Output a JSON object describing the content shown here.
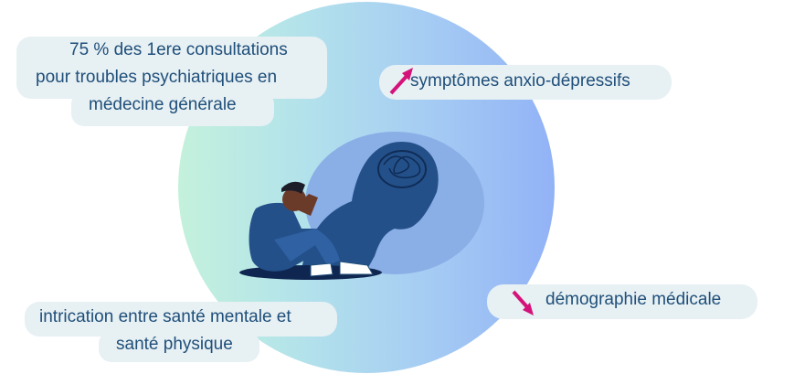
{
  "bubble_consultations": {
    "line1": "75 % des 1ere consultations",
    "line2": "pour troubles psychiatriques en",
    "line3": "médecine générale"
  },
  "bubble_symptomes": {
    "text": "symptômes anxio-dépressifs",
    "arrow": "arrow-up-icon"
  },
  "bubble_demographie": {
    "text": "démographie médicale",
    "arrow": "arrow-down-icon"
  },
  "bubble_intrication": {
    "line1": "intrication entre santé mentale et",
    "line2": "santé physique"
  },
  "colors": {
    "text": "#1f4f7a",
    "bubble": "#e7f0f3",
    "arrow": "#d4127a",
    "circle_left": "#c4f1dc",
    "circle_right": "#92b2f6"
  }
}
